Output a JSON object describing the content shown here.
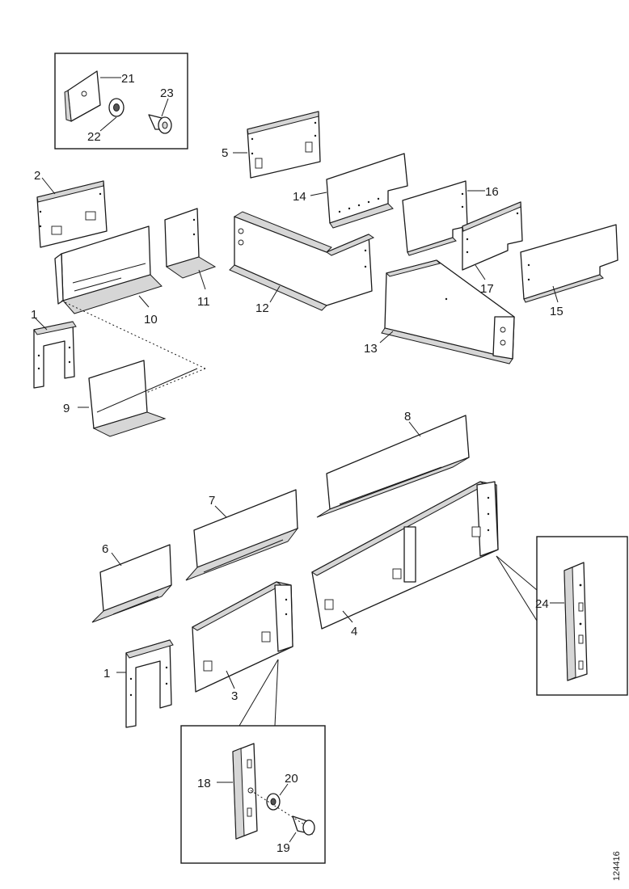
{
  "diagram": {
    "catalog_number": "124416",
    "callouts": {
      "c1a": "1",
      "c1b": "1",
      "c2": "2",
      "c3": "3",
      "c4": "4",
      "c5": "5",
      "c6": "6",
      "c7": "7",
      "c8": "8",
      "c9": "9",
      "c10": "10",
      "c11": "11",
      "c12": "12",
      "c13": "13",
      "c14": "14",
      "c15": "15",
      "c16": "16",
      "c17": "17",
      "c18": "18",
      "c19": "19",
      "c20": "20",
      "c21": "21",
      "c22": "22",
      "c23": "23",
      "c24": "24"
    }
  }
}
